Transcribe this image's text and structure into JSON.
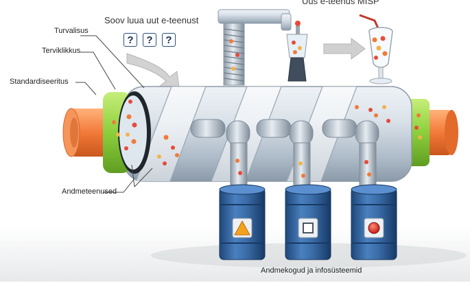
{
  "title_new_service": "Uus e-teenus MISP",
  "create_new_service": "Soov luua uut e-teenust",
  "question_marks": [
    "?",
    "?",
    "?"
  ],
  "labels": {
    "security": "Turvalisus",
    "completeness": "Terviklikkus",
    "standardized": "Standardiseeritus",
    "data_services": "Andmeteenused",
    "databases": "Andmekogud ja infosüsteemid"
  },
  "colors": {
    "pipe_orange": "#f27a3a",
    "ring_green": "#8ccf3c",
    "tube_silver": "#c9d3dd",
    "tank_blue": "#2f5f9a",
    "arrow_gray": "#cfcfcf"
  },
  "icons": {
    "tank_1": "warning-triangle-icon",
    "tank_2": "square-icon",
    "tank_3": "circle-icon"
  }
}
